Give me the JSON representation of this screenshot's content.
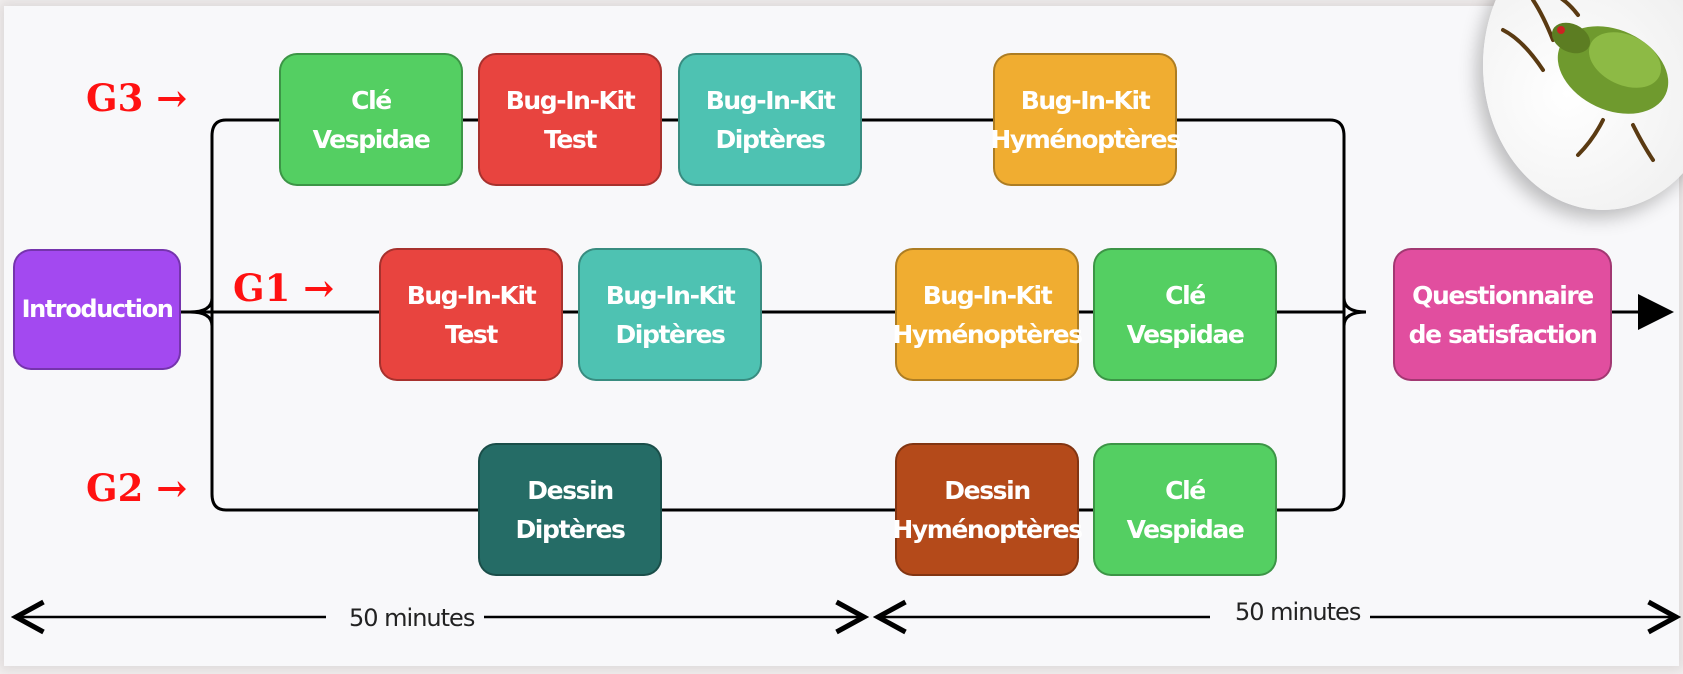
{
  "colors": {
    "intro": "#a349f0",
    "green": "#54cf62",
    "red": "#e8443f",
    "teal": "#4ec2b2",
    "orange": "#f0ad31",
    "dark_teal": "#256c66",
    "brown": "#b44a1a",
    "pink": "#e14e9f",
    "label_red": "#ff1111"
  },
  "groups": {
    "g3": {
      "label": "G3 →"
    },
    "g1": {
      "label": "G1 →"
    },
    "g2": {
      "label": "G2 →"
    }
  },
  "nodes": {
    "intro": {
      "line1": "Introduction"
    },
    "g3_cle": {
      "line1": "Clé",
      "line2": "Vespidae"
    },
    "g3_test": {
      "line1": "Bug-In-Kit",
      "line2": "Test"
    },
    "g3_dipt": {
      "line1": "Bug-In-Kit",
      "line2": "Diptères"
    },
    "g3_hymen": {
      "line1": "Bug-In-Kit",
      "line2": "Hyménoptères"
    },
    "g1_test": {
      "line1": "Bug-In-Kit",
      "line2": "Test"
    },
    "g1_dipt": {
      "line1": "Bug-In-Kit",
      "line2": "Diptères"
    },
    "g1_hymen": {
      "line1": "Bug-In-Kit",
      "line2": "Hyménoptères"
    },
    "g1_cle": {
      "line1": "Clé",
      "line2": "Vespidae"
    },
    "g2_dessin_dipt": {
      "line1": "Dessin",
      "line2": "Diptères"
    },
    "g2_dessin_hymen": {
      "line1": "Dessin",
      "line2": "Hyménoptères"
    },
    "g2_cle": {
      "line1": "Clé",
      "line2": "Vespidae"
    },
    "questionnaire": {
      "line1": "Questionnaire",
      "line2": "de satisfaction"
    }
  },
  "timeline": {
    "first": "50 minutes",
    "second": "50 minutes"
  },
  "icons": {
    "corner": "insect-icon",
    "arrow": "arrow-icon"
  }
}
